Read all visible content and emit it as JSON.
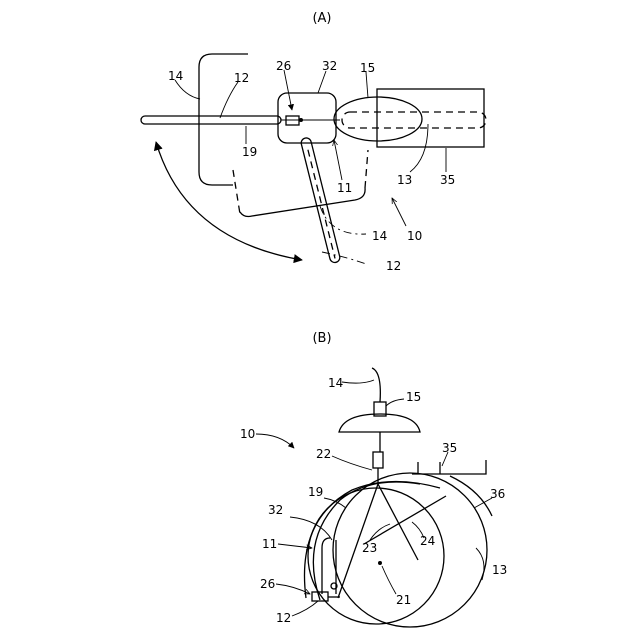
{
  "figure_a": {
    "caption": "(A)",
    "labels": {
      "l14": "14",
      "l12": "12",
      "l26": "26",
      "l32": "32",
      "l15": "15",
      "l19": "19",
      "l11": "11",
      "l13": "13",
      "l35": "35",
      "l14b": "14",
      "l10": "10",
      "l12b": "12"
    }
  },
  "figure_b": {
    "caption": "(B)",
    "labels": {
      "l14": "14",
      "l15": "15",
      "l10": "10",
      "l22": "22",
      "l35": "35",
      "l19": "19",
      "l36": "36",
      "l32": "32",
      "l23": "23",
      "l24": "24",
      "l11": "11",
      "l13": "13",
      "l26": "26",
      "l21": "21",
      "l12": "12"
    }
  }
}
